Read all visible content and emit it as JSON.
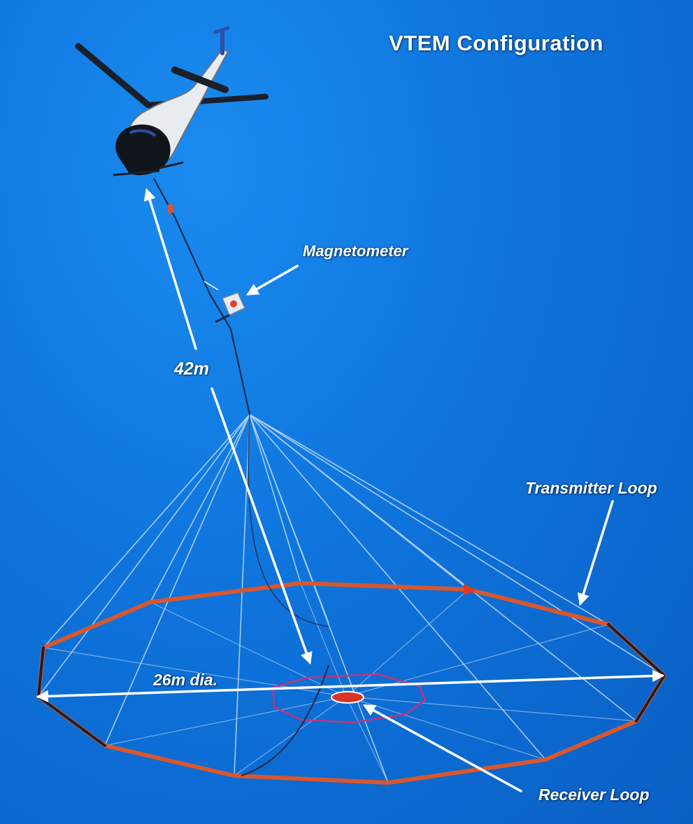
{
  "title": "VTEM Configuration",
  "labels": {
    "magnetometer": "Magnetometer",
    "tow_length": "42m",
    "transmitter_loop": "Transmitter Loop",
    "loop_diameter": "26m dia.",
    "receiver_loop": "Receiver Loop"
  },
  "colors": {
    "sky": "#0e74dc",
    "loop": "#d9572e",
    "annotation": "#ffffff",
    "cable": "#1b2a4a"
  },
  "icons": [
    "helicopter-icon",
    "magnetometer-icon",
    "receiver-coil-icon"
  ]
}
